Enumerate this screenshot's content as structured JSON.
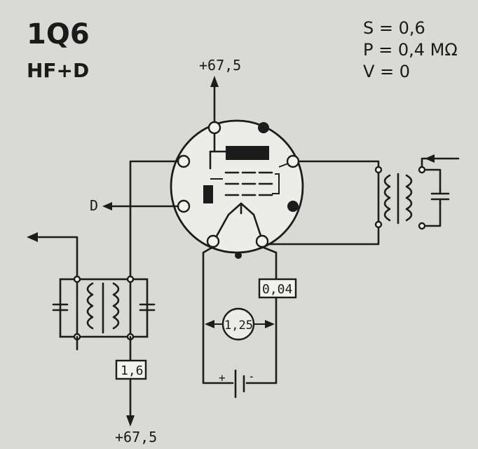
{
  "tube": {
    "name": "1Q6",
    "function": "HF+D"
  },
  "specs": {
    "s": "S = 0,6",
    "p": "P = 0,4 MΩ",
    "v": "V = 0"
  },
  "labels": {
    "plate_supply": "+67,5",
    "bottom_supply": "+67,5",
    "diode_output": "D",
    "heater_resistor": "1,25",
    "grid_resistor": "0,04",
    "supply_resistor": "1,6",
    "battery_plus": "+",
    "battery_minus": "-"
  }
}
